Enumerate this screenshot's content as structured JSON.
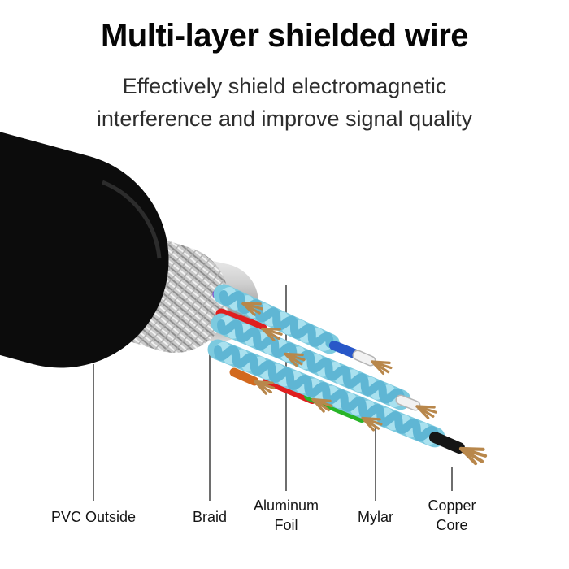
{
  "title": "Multi-layer shielded wire",
  "subtitle": {
    "line1": "Effectively shield electromagnetic",
    "line2": "interference and improve signal quality"
  },
  "callouts": [
    {
      "id": "pvc-outside",
      "line1": "PVC Outside",
      "line2": ""
    },
    {
      "id": "braid",
      "line1": "Braid",
      "line2": ""
    },
    {
      "id": "aluminum-foil",
      "line1": "Aluminum",
      "line2": "Foil"
    },
    {
      "id": "mylar",
      "line1": "Mylar",
      "line2": ""
    },
    {
      "id": "copper-core",
      "line1": "Copper",
      "line2": "Core"
    }
  ],
  "diagram": {
    "description": "Cutaway illustration of a multi-layer shielded cable showing PVC jacket, braid shield, aluminum foil, mylar wrap, twisted pairs and copper cores",
    "colors": {
      "jacket": "#0c0c0c",
      "braid_base": "#c9c9c9",
      "foil": "#d9d9d9",
      "pair_base": "#7ccadf",
      "pair_wave_light": "#a9e1ef",
      "pair_wave_dark": "#5fb6d4",
      "copper": "#b8874b",
      "wire_purple": "#7c2fd0",
      "wire_red": "#e01f1f",
      "wire_yellow": "#ecd11c",
      "wire_green": "#28b428",
      "wire_blue": "#2857c8",
      "wire_orange": "#d2691e",
      "sleeve_white": "#f2f2f2",
      "sleeve_black": "#151515",
      "leader_line": "#4a4a4a"
    }
  }
}
